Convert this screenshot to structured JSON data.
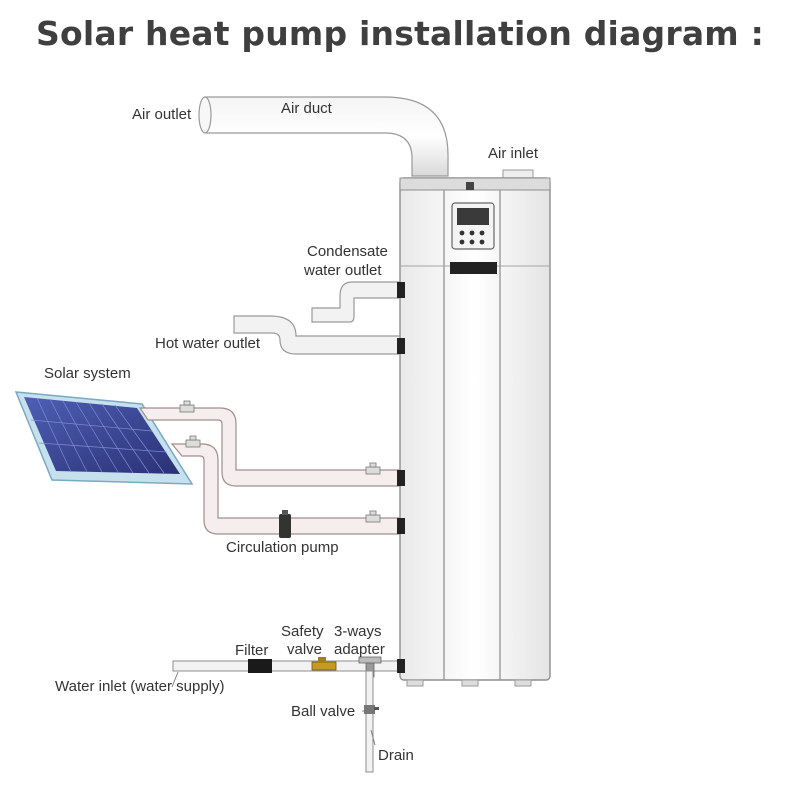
{
  "title": "Solar heat pump installation diagram :",
  "labels": {
    "air_outlet": "Air outlet",
    "air_duct": "Air duct",
    "air_inlet": "Air inlet",
    "condensate_1": "Condensate",
    "condensate_2": "water outlet",
    "hot_water_outlet": "Hot water outlet",
    "solar_system": "Solar system",
    "circulation_pump": "Circulation pump",
    "safety_1": "Safety",
    "safety_2": "valve",
    "adapter_1": "3-ways",
    "adapter_2": "adapter",
    "filter": "Filter",
    "water_inlet": "Water inlet (water supply)",
    "ball_valve": "Ball valve",
    "drain": "Drain"
  }
}
